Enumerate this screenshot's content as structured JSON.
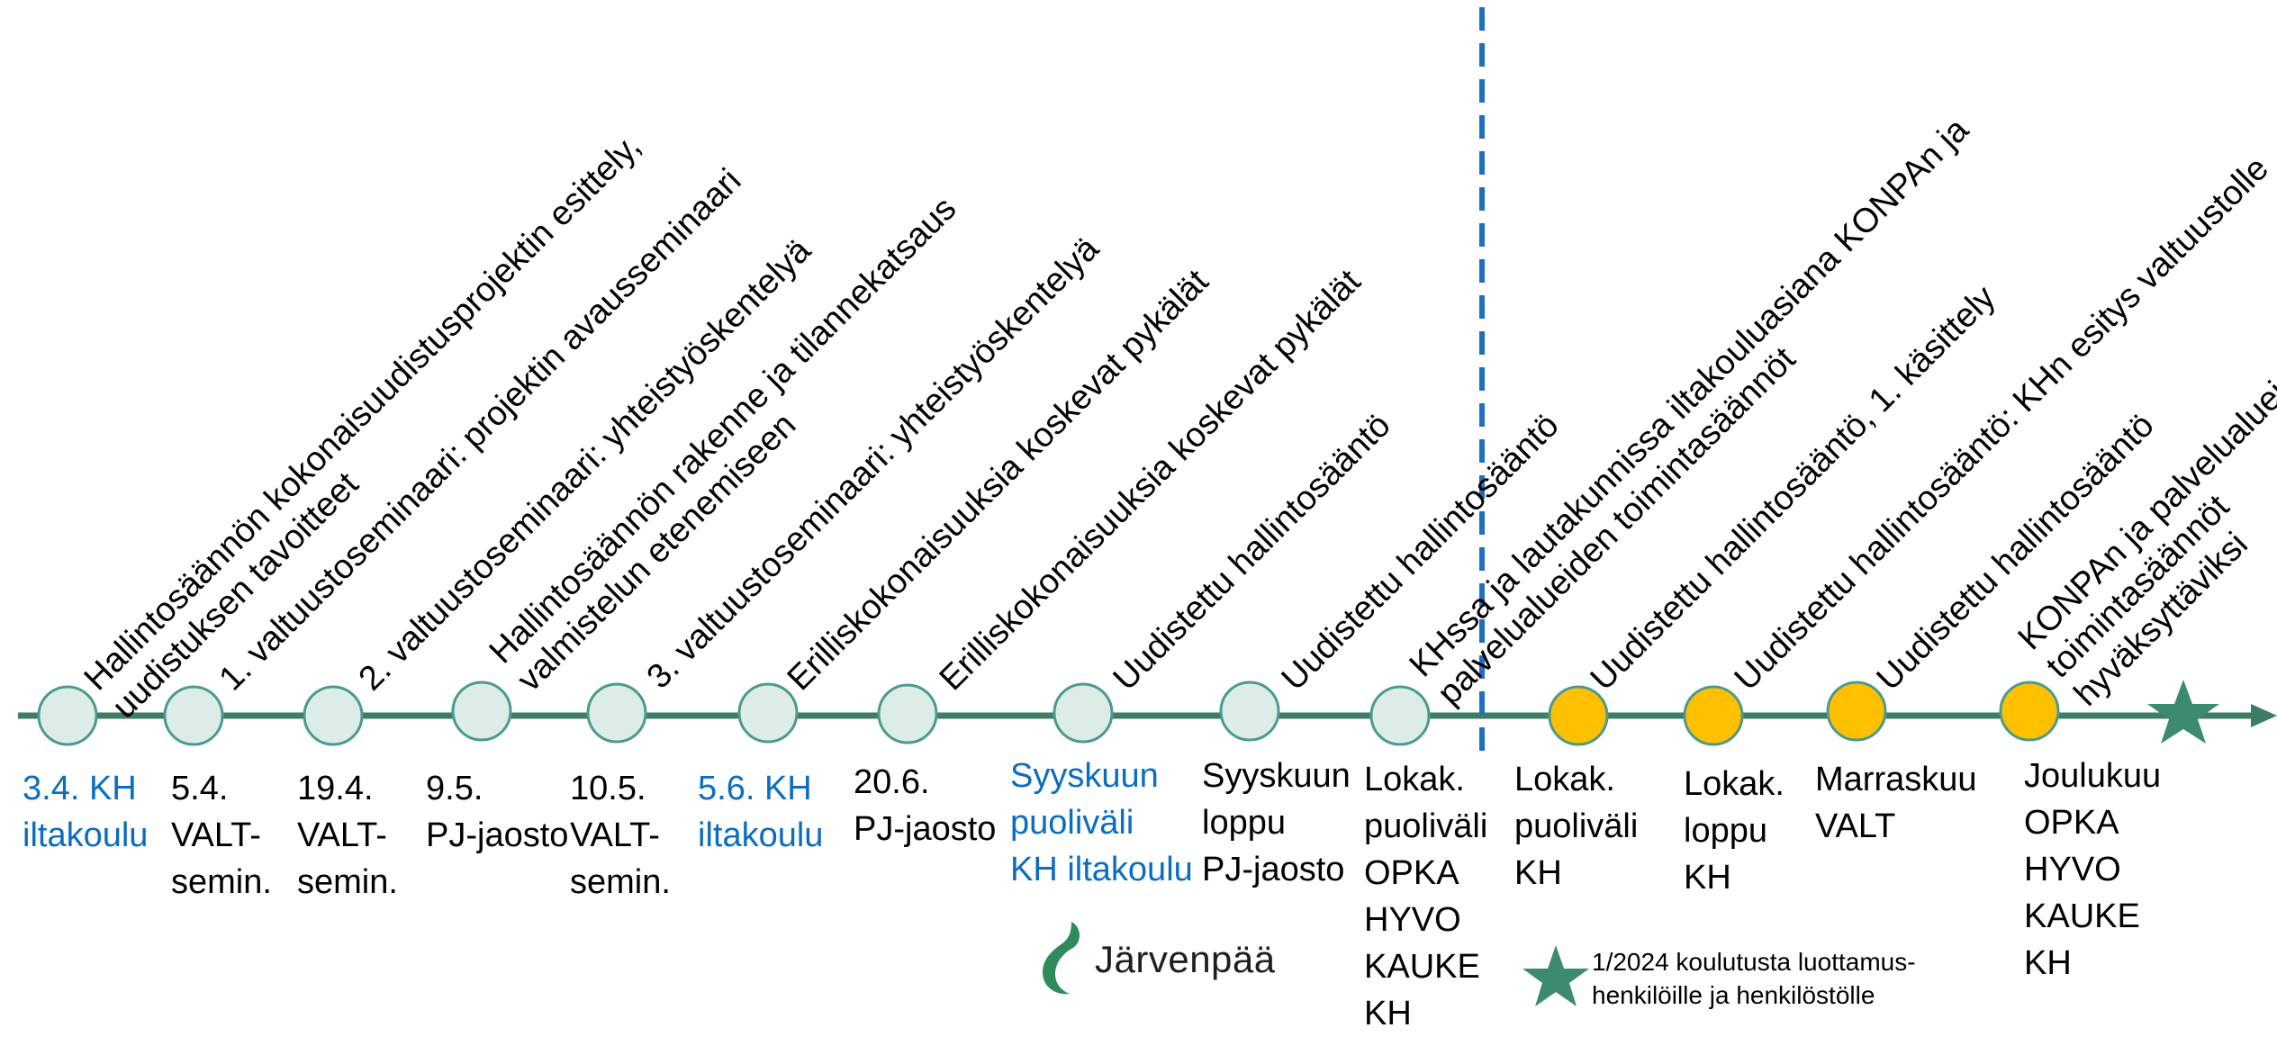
{
  "topics": [
    "Hallintosäännön kokonaisuudistusprojektin esittely,\nuudistuksen tavoitteet",
    "1. valtuustoseminaari: projektin avausseminaari",
    "2. valtuustoseminaari: yhteistyöskentelyä",
    "Hallintosäännön rakenne ja tilannekatsaus\nvalmistelun etenemiseen",
    "3. valtuustoseminaari: yhteistyöskentelyä",
    "Erilliskokonaisuuksia koskevat pykälät",
    "Erilliskokonaisuuksia koskevat pykälät",
    "Uudistettu hallintosääntö",
    "Uudistettu hallintosääntö",
    "KHssa ja lautakunnissa iltakouluasiana KONPAn ja\npalvelualueiden toimintasäännöt",
    "Uudistettu hallintosääntö, 1. käsittely",
    "Uudistettu hallintosääntö: KHn esitys valtuustolle",
    "Uudistettu hallintosääntö",
    "KONPAn ja palvelualueiden\ntoimintasäännöt\nhyväksyttäviksi"
  ],
  "dates": [
    "3.4. KH\niltakoulu",
    "5.4.\nVALT-\nsemin.",
    "19.4.\nVALT-\nsemin.",
    "9.5.\nPJ-jaosto",
    "10.5.\nVALT-\nsemin.",
    "5.6. KH\niltakoulu",
    "20.6.\nPJ-jaosto",
    "Syyskuun\npuoliväli\nKH iltakoulu",
    "Syyskuun\nloppu\nPJ-jaosto",
    "Lokak.\npuoliväli\nOPKA\nHYVO\nKAUKE\nKH",
    "Lokak.\npuoliväli\nKH",
    "Lokak.\nloppu\nKH",
    "Marraskuu\nVALT",
    "Joulukuu\nOPKA\nHYVO\nKAUKE\nKH"
  ],
  "logo_text": "Järvenpää",
  "footnote": "1/2024 koulutusta luottamus-\nhenkilöille ja henkilöstölle",
  "colors": {
    "timeline": "#3c7d64",
    "past_fill": "#dbede6",
    "past_stroke": "#4d9a8c",
    "upcoming_fill": "#ffc000",
    "upcoming_stroke": "#4d9a8c",
    "blue_text": "#0b6dc0",
    "divider": "#1f6fc0",
    "star": "#3c8a70",
    "logo_green": "#2f8a5c"
  },
  "legend_icons": [
    "star-icon"
  ]
}
